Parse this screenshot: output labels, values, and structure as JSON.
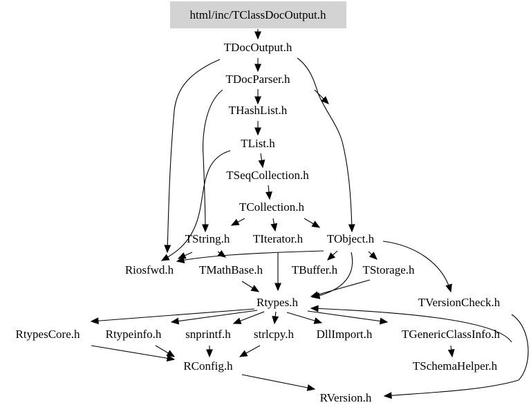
{
  "colors": {
    "root_fill": "#d3d3d3",
    "edge": "#000000",
    "text": "#000000",
    "background": "#ffffff"
  },
  "nodes": [
    {
      "id": "root",
      "label": "html/inc/TClassDocOutput.h",
      "highlight": true
    },
    {
      "id": "TDocOutput",
      "label": "TDocOutput.h"
    },
    {
      "id": "TDocParser",
      "label": "TDocParser.h"
    },
    {
      "id": "THashList",
      "label": "THashList.h"
    },
    {
      "id": "TList",
      "label": "TList.h"
    },
    {
      "id": "TSeqCollection",
      "label": "TSeqCollection.h"
    },
    {
      "id": "TCollection",
      "label": "TCollection.h"
    },
    {
      "id": "TString",
      "label": "TString.h"
    },
    {
      "id": "TIterator",
      "label": "TIterator.h"
    },
    {
      "id": "TObject",
      "label": "TObject.h"
    },
    {
      "id": "Riosfwd",
      "label": "Riosfwd.h"
    },
    {
      "id": "TMathBase",
      "label": "TMathBase.h"
    },
    {
      "id": "TBuffer",
      "label": "TBuffer.h"
    },
    {
      "id": "TStorage",
      "label": "TStorage.h"
    },
    {
      "id": "TVersionCheck",
      "label": "TVersionCheck.h"
    },
    {
      "id": "Rtypes",
      "label": "Rtypes.h"
    },
    {
      "id": "RtypesCore",
      "label": "RtypesCore.h"
    },
    {
      "id": "Rtypeinfo",
      "label": "Rtypeinfo.h"
    },
    {
      "id": "snprintf",
      "label": "snprintf.h"
    },
    {
      "id": "strlcpy",
      "label": "strlcpy.h"
    },
    {
      "id": "DllImport",
      "label": "DllImport.h"
    },
    {
      "id": "TGenericClassInfo",
      "label": "TGenericClassInfo.h"
    },
    {
      "id": "RConfig",
      "label": "RConfig.h"
    },
    {
      "id": "TSchemaHelper",
      "label": "TSchemaHelper.h"
    },
    {
      "id": "RVersion",
      "label": "RVersion.h"
    }
  ],
  "edges": [
    {
      "from": "root",
      "to": "TDocOutput"
    },
    {
      "from": "TDocOutput",
      "to": "TDocParser"
    },
    {
      "from": "TDocOutput",
      "to": "Riosfwd"
    },
    {
      "from": "TDocOutput",
      "to": "TObject"
    },
    {
      "from": "TDocParser",
      "to": "THashList"
    },
    {
      "from": "TDocParser",
      "to": "TString"
    },
    {
      "from": "TDocParser",
      "to": "TObject"
    },
    {
      "from": "THashList",
      "to": "TList"
    },
    {
      "from": "TList",
      "to": "TSeqCollection"
    },
    {
      "from": "TList",
      "to": "Riosfwd"
    },
    {
      "from": "TSeqCollection",
      "to": "TCollection"
    },
    {
      "from": "TCollection",
      "to": "TString"
    },
    {
      "from": "TCollection",
      "to": "TIterator"
    },
    {
      "from": "TCollection",
      "to": "TObject"
    },
    {
      "from": "TString",
      "to": "Riosfwd"
    },
    {
      "from": "TString",
      "to": "TMathBase"
    },
    {
      "from": "TIterator",
      "to": "Rtypes"
    },
    {
      "from": "TObject",
      "to": "Riosfwd"
    },
    {
      "from": "TObject",
      "to": "TBuffer"
    },
    {
      "from": "TObject",
      "to": "TStorage"
    },
    {
      "from": "TObject",
      "to": "TVersionCheck"
    },
    {
      "from": "TObject",
      "to": "Rtypes"
    },
    {
      "from": "TMathBase",
      "to": "Rtypes"
    },
    {
      "from": "TStorage",
      "to": "Rtypes"
    },
    {
      "from": "TVersionCheck",
      "to": "RVersion"
    },
    {
      "from": "Rtypes",
      "to": "RtypesCore"
    },
    {
      "from": "Rtypes",
      "to": "Rtypeinfo"
    },
    {
      "from": "Rtypes",
      "to": "snprintf"
    },
    {
      "from": "Rtypes",
      "to": "strlcpy"
    },
    {
      "from": "Rtypes",
      "to": "DllImport"
    },
    {
      "from": "Rtypes",
      "to": "TGenericClassInfo"
    },
    {
      "from": "RtypesCore",
      "to": "RConfig"
    },
    {
      "from": "Rtypeinfo",
      "to": "RConfig"
    },
    {
      "from": "snprintf",
      "to": "RConfig"
    },
    {
      "from": "strlcpy",
      "to": "RConfig"
    },
    {
      "from": "RConfig",
      "to": "RVersion"
    },
    {
      "from": "TGenericClassInfo",
      "to": "TSchemaHelper"
    },
    {
      "from": "TGenericClassInfo",
      "to": "Rtypes"
    }
  ]
}
